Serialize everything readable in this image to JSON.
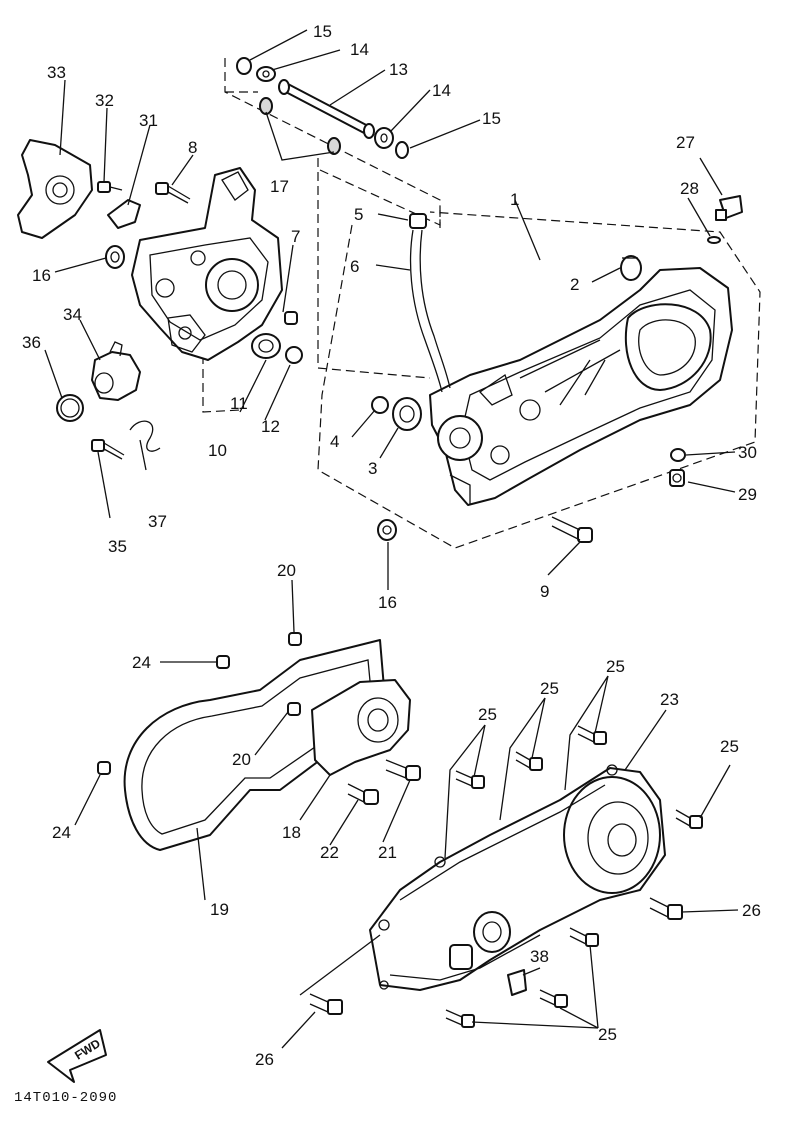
{
  "diagram_code": "14T010-2090",
  "fwd_label": "FWD",
  "callouts": [
    {
      "id": "c1",
      "text": "1"
    },
    {
      "id": "c2",
      "text": "2"
    },
    {
      "id": "c3",
      "text": "3"
    },
    {
      "id": "c4",
      "text": "4"
    },
    {
      "id": "c5",
      "text": "5"
    },
    {
      "id": "c6",
      "text": "6"
    },
    {
      "id": "c7",
      "text": "7"
    },
    {
      "id": "c8",
      "text": "8"
    },
    {
      "id": "c9",
      "text": "9"
    },
    {
      "id": "c10",
      "text": "10"
    },
    {
      "id": "c11",
      "text": "11"
    },
    {
      "id": "c12",
      "text": "12"
    },
    {
      "id": "c13",
      "text": "13"
    },
    {
      "id": "c14a",
      "text": "14"
    },
    {
      "id": "c14b",
      "text": "14"
    },
    {
      "id": "c15a",
      "text": "15"
    },
    {
      "id": "c15b",
      "text": "15"
    },
    {
      "id": "c16a",
      "text": "16"
    },
    {
      "id": "c16b",
      "text": "16"
    },
    {
      "id": "c17",
      "text": "17"
    },
    {
      "id": "c18",
      "text": "18"
    },
    {
      "id": "c19",
      "text": "19"
    },
    {
      "id": "c20a",
      "text": "20"
    },
    {
      "id": "c20b",
      "text": "20"
    },
    {
      "id": "c21",
      "text": "21"
    },
    {
      "id": "c22",
      "text": "22"
    },
    {
      "id": "c23",
      "text": "23"
    },
    {
      "id": "c24a",
      "text": "24"
    },
    {
      "id": "c24b",
      "text": "24"
    },
    {
      "id": "c25a",
      "text": "25"
    },
    {
      "id": "c25b",
      "text": "25"
    },
    {
      "id": "c25c",
      "text": "25"
    },
    {
      "id": "c25d",
      "text": "25"
    },
    {
      "id": "c25e",
      "text": "25"
    },
    {
      "id": "c26a",
      "text": "26"
    },
    {
      "id": "c26b",
      "text": "26"
    },
    {
      "id": "c27",
      "text": "27"
    },
    {
      "id": "c28",
      "text": "28"
    },
    {
      "id": "c29",
      "text": "29"
    },
    {
      "id": "c30",
      "text": "30"
    },
    {
      "id": "c31",
      "text": "31"
    },
    {
      "id": "c32",
      "text": "32"
    },
    {
      "id": "c33",
      "text": "33"
    },
    {
      "id": "c34",
      "text": "34"
    },
    {
      "id": "c35",
      "text": "35"
    },
    {
      "id": "c36",
      "text": "36"
    },
    {
      "id": "c37",
      "text": "37"
    },
    {
      "id": "c38",
      "text": "38"
    }
  ]
}
